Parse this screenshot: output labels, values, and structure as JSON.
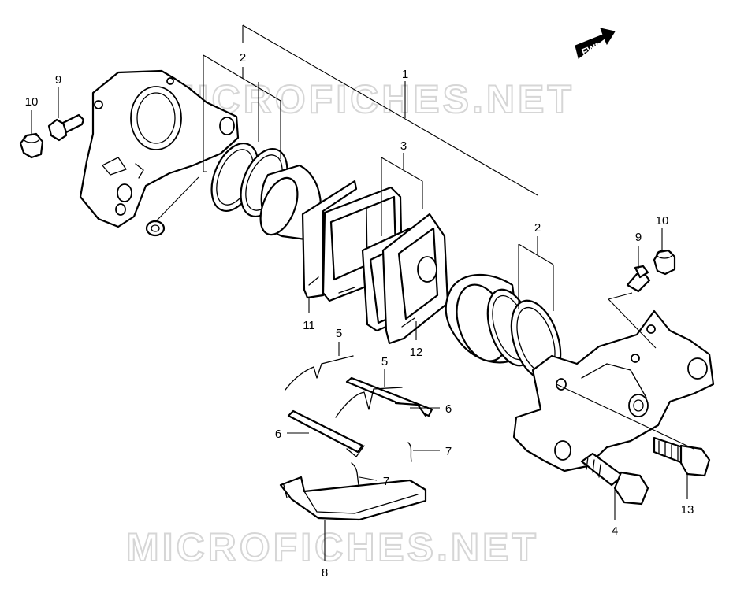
{
  "watermark": "MICROFICHES.NET",
  "fwd_label": "FWD",
  "callouts": {
    "c1": "1",
    "c2a": "2",
    "c2b": "2",
    "c3": "3",
    "c4": "4",
    "c5a": "5",
    "c5b": "5",
    "c6a": "6",
    "c6b": "6",
    "c7a": "7",
    "c7b": "7",
    "c8": "8",
    "c9a": "9",
    "c9b": "9",
    "c10a": "10",
    "c10b": "10",
    "c11": "11",
    "c12": "12",
    "c13": "13"
  }
}
